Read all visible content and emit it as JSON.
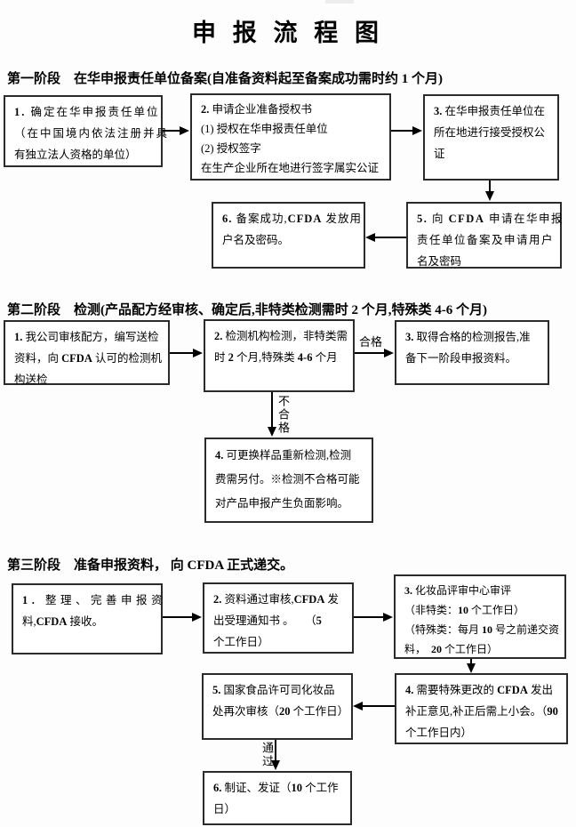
{
  "title": "申 报 流 程 图",
  "stage1": {
    "heading": "第一阶段　在华申报责任单位备案(自准备资料起至备案成功需时约 1 个月)",
    "box1": {
      "lines": [
        "**1.** 确定在华申报责任单位",
        "（在中国境内依法注册并具",
        "有独立法人资格的单位）"
      ]
    },
    "box2": {
      "lines": [
        "**2.** 申请企业准备授权书",
        "(1) 授权在华申报责任单位",
        "(2) 授权签字",
        "在生产企业所在地进行签字属实公证"
      ]
    },
    "box3": {
      "lines": [
        "**3.** 在华申报责任单位在",
        "所在地进行接受授权公",
        "证"
      ]
    },
    "box5": {
      "lines": [
        "**5.** 向 **CFDA** 申请在华申报",
        "责任单位备案及申请用户",
        "名及密码"
      ]
    },
    "box6": {
      "lines": [
        "**6.** 备案成功,**CFDA** 发放用",
        "户名及密码。"
      ]
    }
  },
  "stage2": {
    "heading": "第二阶段　检测(产品配方经审核、确定后,非特类检测需时 2 个月,特殊类 4-6 个月)",
    "box1": {
      "lines": [
        "**1.** 我公司审核配方，编写送检",
        "资料，向 **CFDA** 认可的检测机",
        "构送检"
      ]
    },
    "box2": {
      "lines": [
        "**2.** 检测机构检测，非特类需",
        "时 **2** 个月,特殊类 **4-6** 个月"
      ]
    },
    "box3": {
      "lines": [
        "**3.** 取得合格的检测报告,准",
        "备下一阶段申报资料。"
      ]
    },
    "box4": {
      "lines": [
        "**4.** 可更换样品重新检测,检测",
        "费需另付。※检测不合格可能",
        "对产品申报产生负面影响。"
      ]
    },
    "label_pass": "合格",
    "label_fail": "不合格"
  },
  "stage3": {
    "heading": "第三阶段　准备申报资料， 向 CFDA 正式递交。",
    "box1": {
      "lines": [
        "**1.** 整理、完善申报资",
        "料,**CFDA** 接收。"
      ]
    },
    "box2": {
      "lines": [
        "**2.** 资料通过审核,**CFDA** 发",
        "出受理通知书 。　　（**5**",
        "个工作日）"
      ]
    },
    "box3": {
      "lines": [
        "**3.** 化妆品评审中心审评",
        "（非特类：**10** 个工作日）",
        "（特殊类：每月 **10** 号之前递交资",
        "料，　**20** 个工作日）"
      ]
    },
    "box4": {
      "lines": [
        "**4.** 需要特殊更改的 **CFDA** 发出",
        "补正意见,补正后需上小会。（**90**",
        "个工作日内）"
      ]
    },
    "box5": {
      "lines": [
        "**5.** 国家食品许可司化妆品",
        "处再次审核（**20** 个工作日）"
      ]
    },
    "box6": {
      "lines": [
        "**6.** 制证、发证（**10** 个工作",
        "日）"
      ]
    },
    "label_approve": "通过"
  }
}
